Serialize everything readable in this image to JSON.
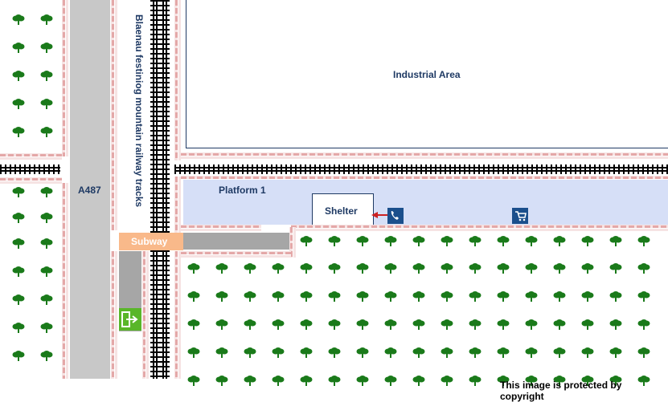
{
  "labels": {
    "road": "A487",
    "railway": "Blaenau festiniog mountain railway tracks",
    "industrial": "Industrial Area",
    "platform": "Platform 1",
    "shelter": "Shelter",
    "subway": "Subway",
    "copyright": "This image is protected by copyright"
  },
  "icons": {
    "telephone": "telephone-icon",
    "trolley": "trolley-icon",
    "exit": "exit-sign-icon",
    "tree": "tree-icon"
  },
  "colors": {
    "road": "#c8c8c8",
    "platform": "#d6dff7",
    "subway": "#f9b98a",
    "icon_blue": "#1b4f8c",
    "exit_green": "#59b629",
    "tree_green": "#1a7a1a",
    "arrow_red": "#cc2222"
  }
}
